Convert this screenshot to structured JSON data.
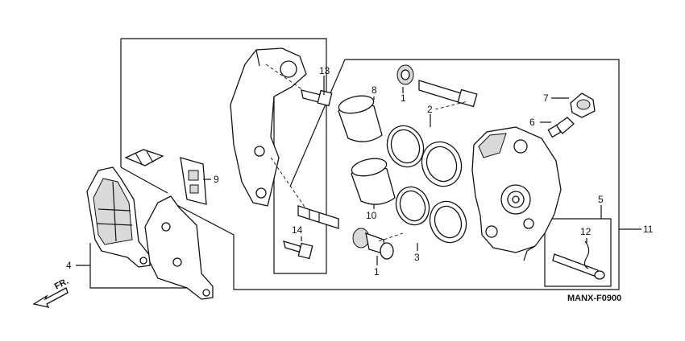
{
  "diagram": {
    "code": "MANX-F0900",
    "direction_label": "FR.",
    "labels": {
      "l1a": "1",
      "l1b": "1",
      "l2": "2",
      "l3": "3",
      "l4": "4",
      "l5": "5",
      "l6": "6",
      "l7": "7",
      "l8": "8",
      "l9": "9",
      "l10": "10",
      "l11": "11",
      "l12": "12",
      "l13": "13",
      "l14": "14"
    }
  }
}
